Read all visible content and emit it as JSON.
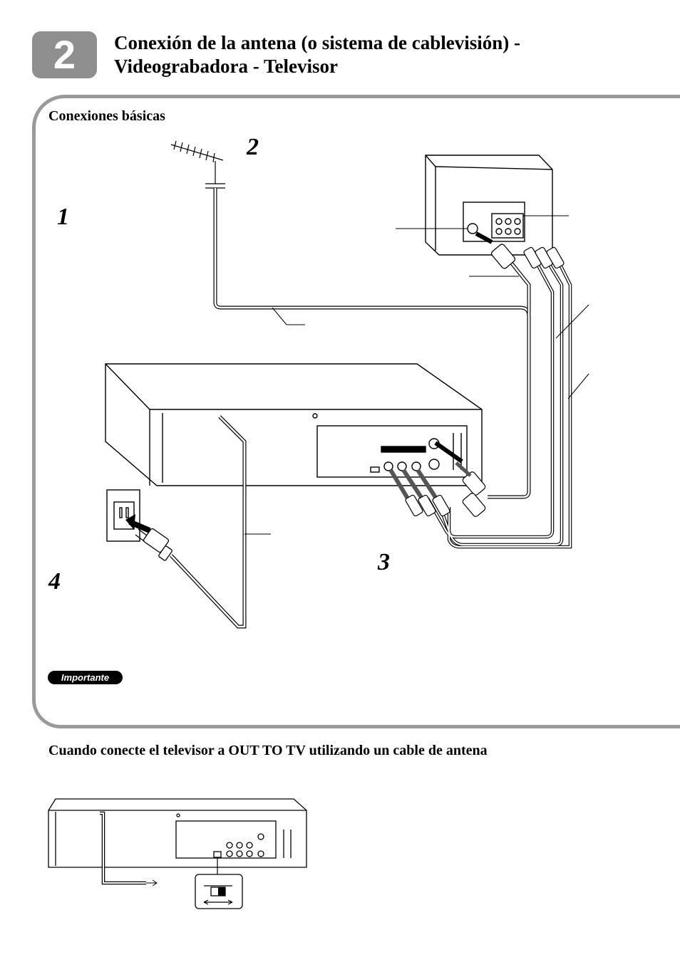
{
  "header": {
    "step": "2",
    "title": "Conexión de la antena (o sistema de cablevisión) - Videograbadora - Televisor"
  },
  "basic": {
    "heading": "Conexiones básicas",
    "steps": [
      "1",
      "2",
      "3",
      "4"
    ],
    "importante": "Importante"
  },
  "second": {
    "heading": "Cuando conecte el televisor a OUT TO TV utilizando un cable de antena"
  }
}
